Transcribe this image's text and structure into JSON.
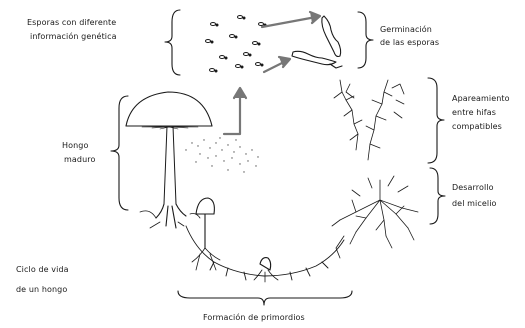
{
  "labels": {
    "spores_line1": "Esporas con diferente",
    "spores_line2": "información genética",
    "germination_line1": "Germinación",
    "germination_line2": "de las esporas",
    "mating_line1": "Apareamiento",
    "mating_line2": "entre hifas",
    "mating_line3": "compatibles",
    "mycelium_line1": "Desarrollo",
    "mycelium_line2": "del micelio",
    "mature_line1": "Hongo",
    "mature_line2": "maduro",
    "cycle_line1": "Ciclo de vida",
    "cycle_line2": "de un hongo",
    "primordia": "Formación de primordios"
  },
  "colors": {
    "ink": "#1a1a1a",
    "arrow": "#777777",
    "stem": "#b8b8b8"
  }
}
